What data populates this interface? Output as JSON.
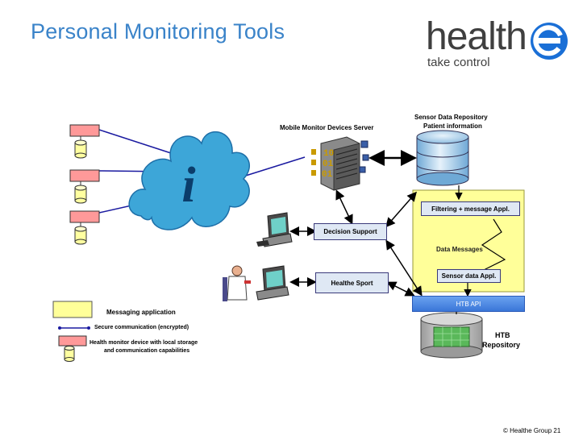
{
  "slide": {
    "title": "Personal Monitoring Tools",
    "footer": "© Healthe Group  21"
  },
  "logo": {
    "brand": "health",
    "tagline": "take control",
    "accent_color": "#1a6fd6"
  },
  "diagram": {
    "mobile_server_label": "Mobile Monitor Devices Server",
    "sensor_repo_line1": "Sensor Data Repository",
    "sensor_repo_line2": "Patient information",
    "filtering_label": "Filtering + message  Appl.",
    "data_messages_label": "Data Messages",
    "sensor_data_appl_label": "Sensor data Appl.",
    "decision_support_label": "Decision Support",
    "healthe_sport_label": "Healthe Sport",
    "htb_api_label": "HTB API",
    "htb_repo_line1": "HTB",
    "htb_repo_line2": "Repository",
    "binary_line1": "10",
    "binary_line2": "01",
    "binary_line3": "01",
    "info_glyph": "i"
  },
  "legend": {
    "messaging_application": "Messaging application",
    "secure_communication": "Secure communication (encrypted)",
    "health_monitor_line1": "Health monitor device with local storage",
    "health_monitor_line2": "and communication capabilities"
  },
  "colors": {
    "title": "#3a83c9",
    "device": "#ff9999",
    "messaging_box": "#ffff99",
    "app_box": "#dfe8f4",
    "api_bar": "#4a86e8",
    "cloud": "#3da6d8",
    "link": "#1a1aa0"
  }
}
